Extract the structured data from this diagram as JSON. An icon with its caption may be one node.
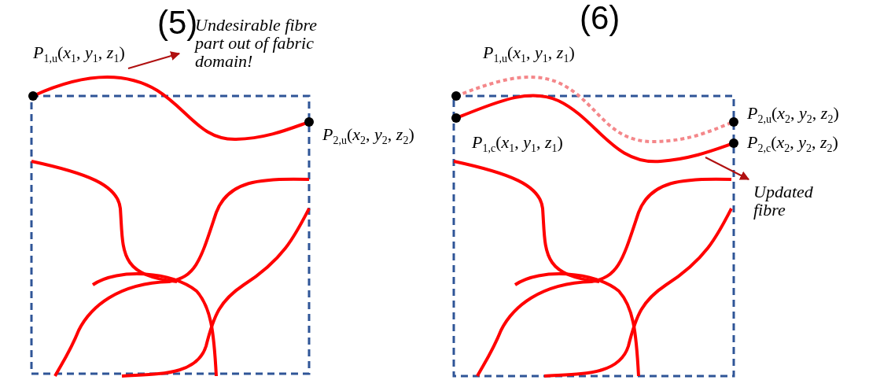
{
  "diagram": {
    "nodes": [
      {
        "text": [
          "(5)"
        ]
      },
      {
        "text": [
          "Undesirable fibre part out of fabric domain!"
        ]
      },
      {
        "text": [],
        "shape": "line"
      },
      {
        "text": [
          "(6)"
        ]
      },
      {
        "text": [],
        "shape": "line",
        "in": 3
      },
      {
        "text": [
          "Updated fibre"
        ]
      }
    ],
    "edges": [
      {
        "from": 2,
        "to": 1,
        "arrow": "to"
      },
      {
        "from": 4,
        "to": 5,
        "arrow": "to"
      }
    ],
    "labels": [
      "*P*$_{1,u}$(*x*$_{1}$, *y*$_{1}$, *z*$_{1}$)",
      "*P*$_{2,u}$(*x*$_{2}$, *y*$_{2}$, *z*$_{2}$)",
      "*P*$_{1,u}$(*x*$_{1}$, *y*$_{1}$, *z*$_{1}$)",
      "*P*$_{2,u}$(*x*$_{2}$, *y*$_{2}$, *z*$_{2}$)",
      "*P*$_{1,c}$(*x*$_{1}$, *y*$_{1}$, *z*$_{1}$)",
      "*P*$_{2,c}$(*x*$_{2}$, *y*$_{2}$, *z*$_{2}$)"
    ]
  }
}
